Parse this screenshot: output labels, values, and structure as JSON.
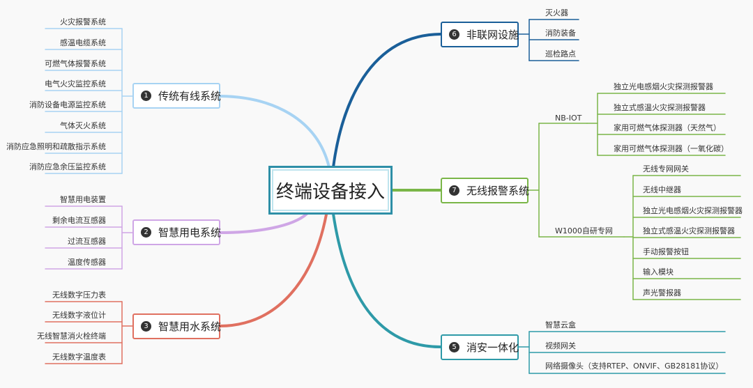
{
  "root": {
    "label": "终端设备接入"
  },
  "branches": {
    "traditional": {
      "index": "1",
      "label": "传统有线系统",
      "color": "#a7d3f3",
      "items": [
        "火灾报警系统",
        "感温电缆系统",
        "可燃气体报警系统",
        "电气火灾监控系统",
        "消防设备电源监控系统",
        "气体灭火系统",
        "消防应急照明和疏散指示系统",
        "消防应急余压监控系统"
      ]
    },
    "power": {
      "index": "2",
      "label": "智慧用电系统",
      "color": "#cfa6e6",
      "items": [
        "智慧用电装置",
        "剩余电流互感器",
        "过流互感器",
        "温度传感器"
      ]
    },
    "water": {
      "index": "3",
      "label": "智慧用水系统",
      "color": "#e07060",
      "items": [
        "无线数字压力表",
        "无线数字液位计",
        "无线智慧消火栓终端",
        "无线数字温度表"
      ]
    },
    "nonnetwork": {
      "index": "6",
      "label": "非联网设施",
      "color": "#1a5f99",
      "items": [
        "灭火器",
        "消防装备",
        "巡检路点"
      ]
    },
    "wireless": {
      "index": "7",
      "label": "无线报警系统",
      "color": "#7ab648",
      "groups": [
        {
          "label": "NB-IOT",
          "items": [
            "独立光电感烟火灾探测报警器",
            "独立式感温火灾探测报警器",
            "家用可燃气体探测器（天然气）",
            "家用可燃气体探测器（一氧化碳）"
          ]
        },
        {
          "label": "W1000自研专网",
          "items": [
            "无线专网网关",
            "无线中继器",
            "独立光电感烟火灾探测报警器",
            "独立式感温火灾探测报警器",
            "手动报警按钮",
            "输入模块",
            "声光警报器"
          ]
        }
      ]
    },
    "integrated": {
      "index": "5",
      "label": "消安一体化",
      "color": "#2e9aa8",
      "items": [
        "智慧云盒",
        "视频网关",
        "网络摄像头（支持RTEP、ONVIF、GB28181协议）"
      ]
    }
  }
}
